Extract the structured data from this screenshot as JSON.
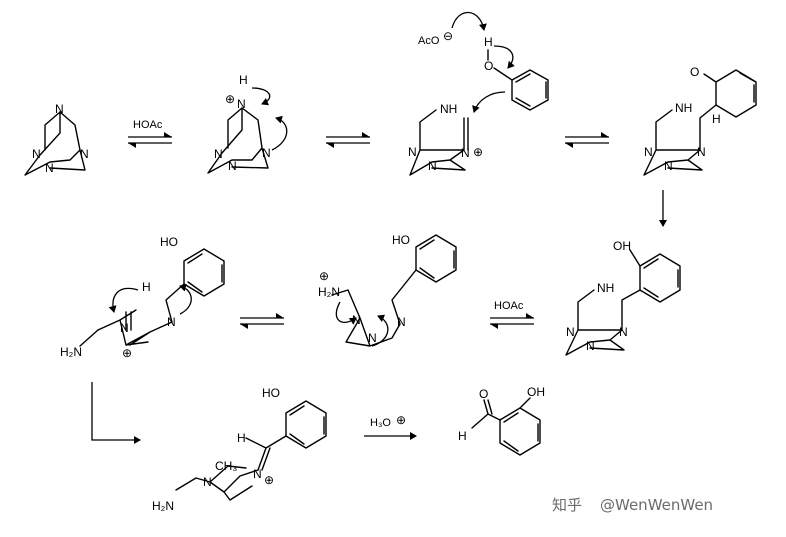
{
  "reagents": {
    "hoac_1": "HOAc",
    "hoac_2": "HOAc",
    "h3o": "H₃O",
    "aco": "AcO"
  },
  "atoms": {
    "n": "N",
    "nh": "NH",
    "h": "H",
    "o": "O",
    "oh": "OH",
    "ho": "HO",
    "h2n": "H₂N",
    "ch3": "CH₃",
    "plus": "⊕",
    "minus": "⊖"
  },
  "watermark": {
    "platform": "知乎",
    "author": "@WenWenWen"
  }
}
